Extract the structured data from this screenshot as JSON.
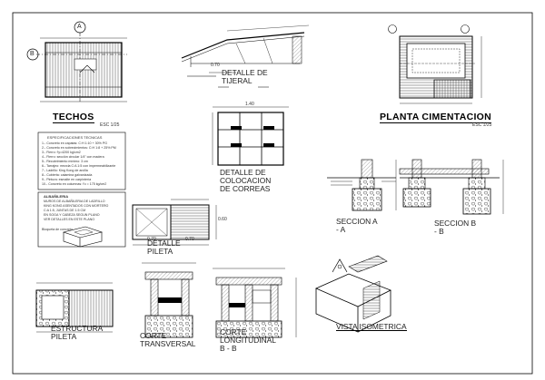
{
  "colors": {
    "ink": "#000000",
    "paper": "#ffffff",
    "hatch": "#555555"
  },
  "drawings": {
    "techos": {
      "title": "TECHOS",
      "scale": "ESC 1/25",
      "axis_a": "A",
      "axis_b": "B"
    },
    "tijeral": {
      "title": "DETALLE DE TIJERAL",
      "dim": "0.70"
    },
    "cimentacion": {
      "title": "PLANTA CIMENTACION",
      "scale": "ESC 1/25"
    },
    "correas": {
      "title": "DETALLE DE COLOCACION DE CORREAS",
      "dim": "1.40"
    },
    "pileta": {
      "title": "DETALLE PILETA",
      "dim_a": "0.70",
      "dim_b": "0.70",
      "dim_c": "0.60"
    },
    "seccion_a": {
      "title": "SECCION A - A"
    },
    "seccion_b": {
      "title": "SECCION B - B"
    },
    "estructura": {
      "title": "ESTRUCTURA PILETA"
    },
    "corte_transversal": {
      "title": "CORTE TRANSVERSAL"
    },
    "corte_longitudinal": {
      "title": "CORTE LONGITUDINAL B - B"
    },
    "isometrica": {
      "title": "VISTA ISOMETRICA"
    }
  },
  "specs": {
    "heading": "ESPECIFICACIONES TECNICAS",
    "lines": [
      "1.- Concreto en zapatas: C:H 1:10 + 30% PG",
      "2.- Concreto en sobrecimientos: C:H 1:8 + 25% PM",
      "3.- Fierro: f'y=4200 kg/cm2",
      "4.- Fierro: sección circular 1/4\" con madera",
      "5.- Recubrimiento mínimo: 3 cm",
      "6.- Tarrajeo: mezcla C:A 1:5 con impermeabilizante",
      "7.- Ladrillo: King Kong de arcilla",
      "8.- Cubierta: calamina galvanizada",
      "9.- Pintura: esmalte en carpintería",
      "10.- Concreto en columnas: f'c = 175 kg/cm2"
    ]
  },
  "albanileria": {
    "heading": "ALBAÑILERIA",
    "lines": [
      "MUROS DE ALBAÑILERIA DE LADRILLO",
      "KING KONG ASENTADOS CON MORTERO",
      "C:A 1:5, JUNTAS DE 1.5 CM",
      "EN SOGA Y CABEZA SEGUN PLANO",
      "VER DETALLES EN ESTE PLANO"
    ],
    "sketch_label": "Bloqueta de concreto"
  }
}
